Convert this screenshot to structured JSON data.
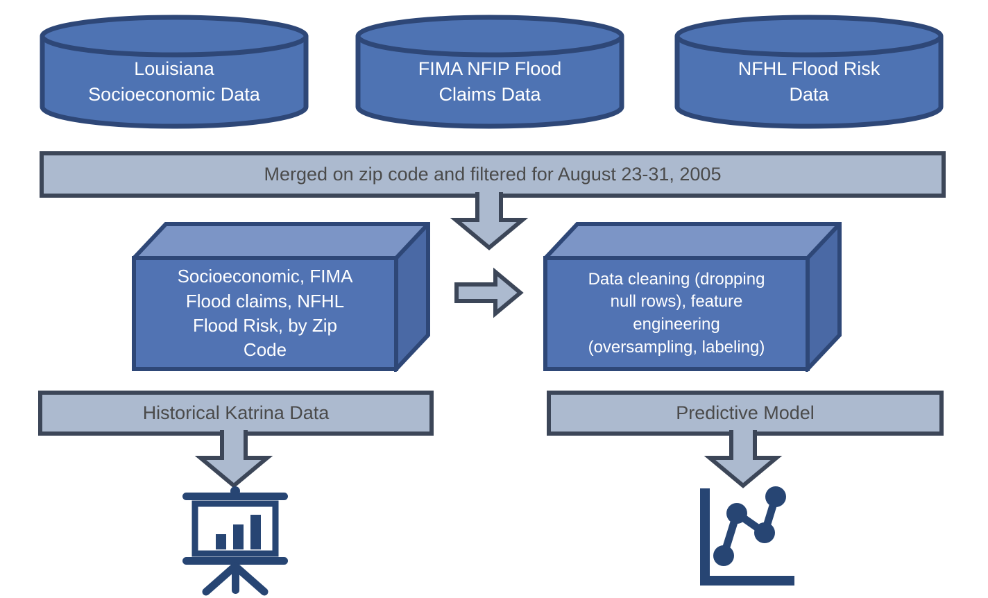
{
  "palette": {
    "cylinder_fill": "#4E73B3",
    "cylinder_stroke": "#2E4777",
    "box_front": "#5173B3",
    "box_top": "#7C95C6",
    "box_side": "#4A69A5",
    "connector_fill": "#ACBACF",
    "connector_border": "#3C4658",
    "bar_text": "#4A4A4A",
    "icon_navy": "#274573",
    "box_text": "#FFFFFF"
  },
  "databases": [
    {
      "lines": [
        "Louisiana",
        "Socioeconomic Data"
      ]
    },
    {
      "lines": [
        "FIMA NFIP Flood",
        "Claims Data"
      ]
    },
    {
      "lines": [
        "NFHL Flood Risk",
        "Data"
      ]
    }
  ],
  "merge_bar": {
    "label": "Merged on zip code and filtered for August 23-31, 2005"
  },
  "process_boxes": [
    {
      "lines": [
        "Socioeconomic, FIMA",
        "Flood claims, NFHL",
        "Flood Risk, by Zip",
        "Code"
      ]
    },
    {
      "lines": [
        "Data cleaning (dropping",
        "null rows), feature",
        "engineering",
        "(oversampling, labeling)"
      ]
    }
  ],
  "output_bars": [
    {
      "label": "Historical Katrina Data"
    },
    {
      "label": "Predictive Model"
    }
  ],
  "icons": [
    {
      "name": "presentation-bar-chart-icon"
    },
    {
      "name": "line-graph-icon"
    }
  ]
}
